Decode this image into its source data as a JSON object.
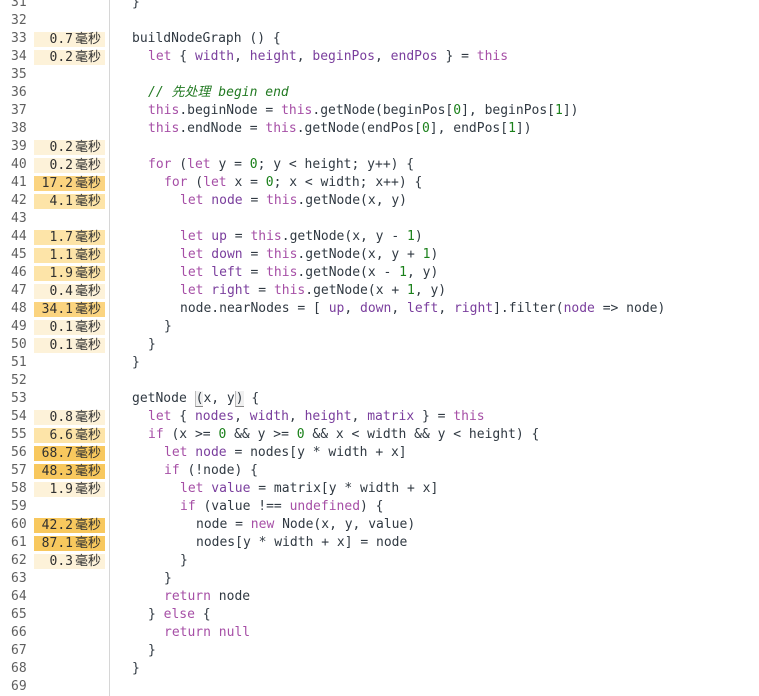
{
  "editor": {
    "timing_unit": "毫秒",
    "heat_colors": {
      "none": "transparent",
      "low": "#fdf2d9",
      "mid": "#fde4a8",
      "high": "#fbd480",
      "max": "#f8c85e"
    },
    "lines": [
      {
        "n": "31",
        "t": "",
        "h": "none",
        "code": [
          [
            "id",
            "}"
          ]
        ],
        "indent": 0
      },
      {
        "n": "32",
        "t": "",
        "h": "none",
        "code": [],
        "indent": 0
      },
      {
        "n": "33",
        "t": "0.7",
        "h": "low",
        "indent": 0,
        "code": [
          [
            "id",
            "buildNodeGraph () {"
          ]
        ]
      },
      {
        "n": "34",
        "t": "0.2",
        "h": "low",
        "indent": 1,
        "code": [
          [
            "kw",
            "let"
          ],
          [
            "id",
            " { "
          ],
          [
            "var",
            "width"
          ],
          [
            "id",
            ", "
          ],
          [
            "var",
            "height"
          ],
          [
            "id",
            ", "
          ],
          [
            "var",
            "beginPos"
          ],
          [
            "id",
            ", "
          ],
          [
            "var",
            "endPos"
          ],
          [
            "id",
            " } = "
          ],
          [
            "kw",
            "this"
          ]
        ]
      },
      {
        "n": "35",
        "t": "",
        "h": "none",
        "indent": 0,
        "code": []
      },
      {
        "n": "36",
        "t": "",
        "h": "none",
        "indent": 1,
        "code": [
          [
            "cm",
            "// 先处理 begin end"
          ]
        ]
      },
      {
        "n": "37",
        "t": "",
        "h": "none",
        "indent": 1,
        "code": [
          [
            "kw",
            "this"
          ],
          [
            "id",
            ".beginNode = "
          ],
          [
            "kw",
            "this"
          ],
          [
            "id",
            ".getNode(beginPos["
          ],
          [
            "num",
            "0"
          ],
          [
            "id",
            "], beginPos["
          ],
          [
            "num",
            "1"
          ],
          [
            "id",
            "])"
          ]
        ]
      },
      {
        "n": "38",
        "t": "",
        "h": "none",
        "indent": 1,
        "code": [
          [
            "kw",
            "this"
          ],
          [
            "id",
            ".endNode = "
          ],
          [
            "kw",
            "this"
          ],
          [
            "id",
            ".getNode(endPos["
          ],
          [
            "num",
            "0"
          ],
          [
            "id",
            "], endPos["
          ],
          [
            "num",
            "1"
          ],
          [
            "id",
            "])"
          ]
        ]
      },
      {
        "n": "39",
        "t": "0.2",
        "h": "low",
        "indent": 0,
        "code": []
      },
      {
        "n": "40",
        "t": "0.2",
        "h": "low",
        "indent": 1,
        "code": [
          [
            "kw",
            "for"
          ],
          [
            "id",
            " ("
          ],
          [
            "kw",
            "let"
          ],
          [
            "id",
            " y = "
          ],
          [
            "num",
            "0"
          ],
          [
            "id",
            "; y < height; y++) {"
          ]
        ]
      },
      {
        "n": "41",
        "t": "17.2",
        "h": "high",
        "indent": 2,
        "code": [
          [
            "kw",
            "for"
          ],
          [
            "id",
            " ("
          ],
          [
            "kw",
            "let"
          ],
          [
            "id",
            " x = "
          ],
          [
            "num",
            "0"
          ],
          [
            "id",
            "; x < width; x++) {"
          ]
        ]
      },
      {
        "n": "42",
        "t": "4.1",
        "h": "mid",
        "indent": 3,
        "code": [
          [
            "kw",
            "let"
          ],
          [
            "var",
            " node"
          ],
          [
            "id",
            " = "
          ],
          [
            "kw",
            "this"
          ],
          [
            "id",
            ".getNode(x, y)"
          ]
        ]
      },
      {
        "n": "43",
        "t": "",
        "h": "none",
        "indent": 0,
        "code": []
      },
      {
        "n": "44",
        "t": "1.7",
        "h": "mid",
        "indent": 3,
        "code": [
          [
            "kw",
            "let"
          ],
          [
            "var",
            " up"
          ],
          [
            "id",
            " = "
          ],
          [
            "kw",
            "this"
          ],
          [
            "id",
            ".getNode(x, y - "
          ],
          [
            "num",
            "1"
          ],
          [
            "id",
            ")"
          ]
        ]
      },
      {
        "n": "45",
        "t": "1.1",
        "h": "mid",
        "indent": 3,
        "code": [
          [
            "kw",
            "let"
          ],
          [
            "var",
            " down"
          ],
          [
            "id",
            " = "
          ],
          [
            "kw",
            "this"
          ],
          [
            "id",
            ".getNode(x, y + "
          ],
          [
            "num",
            "1"
          ],
          [
            "id",
            ")"
          ]
        ]
      },
      {
        "n": "46",
        "t": "1.9",
        "h": "mid",
        "indent": 3,
        "code": [
          [
            "kw",
            "let"
          ],
          [
            "var",
            " left"
          ],
          [
            "id",
            " = "
          ],
          [
            "kw",
            "this"
          ],
          [
            "id",
            ".getNode(x - "
          ],
          [
            "num",
            "1"
          ],
          [
            "id",
            ", y)"
          ]
        ]
      },
      {
        "n": "47",
        "t": "0.4",
        "h": "low",
        "indent": 3,
        "code": [
          [
            "kw",
            "let"
          ],
          [
            "var",
            " right"
          ],
          [
            "id",
            " = "
          ],
          [
            "kw",
            "this"
          ],
          [
            "id",
            ".getNode(x + "
          ],
          [
            "num",
            "1"
          ],
          [
            "id",
            ", y)"
          ]
        ]
      },
      {
        "n": "48",
        "t": "34.1",
        "h": "high",
        "indent": 3,
        "code": [
          [
            "id",
            "node.nearNodes = [ "
          ],
          [
            "var",
            "up"
          ],
          [
            "id",
            ", "
          ],
          [
            "var",
            "down"
          ],
          [
            "id",
            ", "
          ],
          [
            "var",
            "left"
          ],
          [
            "id",
            ", "
          ],
          [
            "var",
            "right"
          ],
          [
            "id",
            "].filter("
          ],
          [
            "var",
            "node"
          ],
          [
            "id",
            " => node)"
          ]
        ]
      },
      {
        "n": "49",
        "t": "0.1",
        "h": "low",
        "indent": 2,
        "code": [
          [
            "id",
            "}"
          ]
        ]
      },
      {
        "n": "50",
        "t": "0.1",
        "h": "low",
        "indent": 1,
        "code": [
          [
            "id",
            "}"
          ]
        ]
      },
      {
        "n": "51",
        "t": "",
        "h": "none",
        "indent": 0,
        "code": [
          [
            "id",
            "}"
          ]
        ]
      },
      {
        "n": "52",
        "t": "",
        "h": "none",
        "indent": 0,
        "code": []
      },
      {
        "n": "53",
        "t": "",
        "h": "none",
        "indent": 0,
        "code": [
          [
            "id",
            "getNode "
          ],
          [
            "bm",
            "("
          ],
          [
            "id",
            "x, y"
          ],
          [
            "bm",
            ")"
          ],
          [
            "id",
            " {"
          ]
        ]
      },
      {
        "n": "54",
        "t": "0.8",
        "h": "low",
        "indent": 1,
        "code": [
          [
            "kw",
            "let"
          ],
          [
            "id",
            " { "
          ],
          [
            "var",
            "nodes"
          ],
          [
            "id",
            ", "
          ],
          [
            "var",
            "width"
          ],
          [
            "id",
            ", "
          ],
          [
            "var",
            "height"
          ],
          [
            "id",
            ", "
          ],
          [
            "var",
            "matrix"
          ],
          [
            "id",
            " } = "
          ],
          [
            "kw",
            "this"
          ]
        ]
      },
      {
        "n": "55",
        "t": "6.6",
        "h": "mid",
        "indent": 1,
        "code": [
          [
            "kw",
            "if"
          ],
          [
            "id",
            " (x >= "
          ],
          [
            "num",
            "0"
          ],
          [
            "id",
            " && y >= "
          ],
          [
            "num",
            "0"
          ],
          [
            "id",
            " && x < width && y < height) {"
          ]
        ]
      },
      {
        "n": "56",
        "t": "68.7",
        "h": "max",
        "indent": 2,
        "code": [
          [
            "kw",
            "let"
          ],
          [
            "var",
            " node"
          ],
          [
            "id",
            " = nodes[y * width + x]"
          ]
        ]
      },
      {
        "n": "57",
        "t": "48.3",
        "h": "max",
        "indent": 2,
        "code": [
          [
            "kw",
            "if"
          ],
          [
            "id",
            " (!node) {"
          ]
        ]
      },
      {
        "n": "58",
        "t": "1.9",
        "h": "low",
        "indent": 3,
        "code": [
          [
            "kw",
            "let"
          ],
          [
            "var",
            " value"
          ],
          [
            "id",
            " = matrix[y * width + x]"
          ]
        ]
      },
      {
        "n": "59",
        "t": "",
        "h": "none",
        "indent": 3,
        "code": [
          [
            "kw",
            "if"
          ],
          [
            "id",
            " (value !== "
          ],
          [
            "kw",
            "undefined"
          ],
          [
            "id",
            ") {"
          ]
        ]
      },
      {
        "n": "60",
        "t": "42.2",
        "h": "max",
        "indent": 4,
        "code": [
          [
            "id",
            "node = "
          ],
          [
            "kw",
            "new"
          ],
          [
            "id",
            " Node(x, y, value)"
          ]
        ]
      },
      {
        "n": "61",
        "t": "87.1",
        "h": "max",
        "indent": 4,
        "code": [
          [
            "id",
            "nodes[y * width + x] = node"
          ]
        ]
      },
      {
        "n": "62",
        "t": "0.3",
        "h": "low",
        "indent": 3,
        "code": [
          [
            "id",
            "}"
          ]
        ]
      },
      {
        "n": "63",
        "t": "",
        "h": "none",
        "indent": 2,
        "code": [
          [
            "id",
            "}"
          ]
        ]
      },
      {
        "n": "64",
        "t": "",
        "h": "none",
        "indent": 2,
        "code": [
          [
            "kw",
            "return"
          ],
          [
            "id",
            " node"
          ]
        ]
      },
      {
        "n": "65",
        "t": "",
        "h": "none",
        "indent": 1,
        "code": [
          [
            "id",
            "} "
          ],
          [
            "kw",
            "else"
          ],
          [
            "id",
            " {"
          ]
        ]
      },
      {
        "n": "66",
        "t": "",
        "h": "none",
        "indent": 2,
        "code": [
          [
            "kw",
            "return"
          ],
          [
            "id",
            " "
          ],
          [
            "kw",
            "null"
          ]
        ]
      },
      {
        "n": "67",
        "t": "",
        "h": "none",
        "indent": 1,
        "code": [
          [
            "id",
            "}"
          ]
        ]
      },
      {
        "n": "68",
        "t": "",
        "h": "none",
        "indent": 0,
        "code": [
          [
            "id",
            "}"
          ]
        ]
      },
      {
        "n": "69",
        "t": "",
        "h": "none",
        "indent": 0,
        "code": []
      }
    ]
  }
}
